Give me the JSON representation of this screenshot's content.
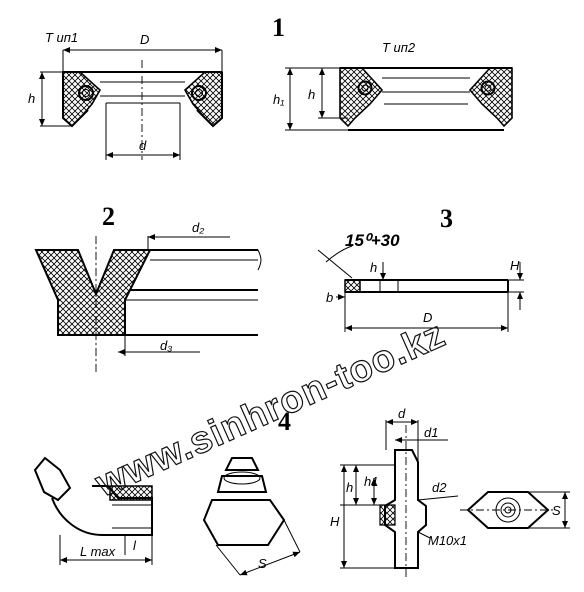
{
  "figures": {
    "fig1": {
      "number": "1",
      "type1_label": "Т ип1",
      "type2_label": "Т ип2",
      "dim_D": "D",
      "dim_h": "h",
      "dim_d": "d",
      "dim_h1": "h₁"
    },
    "fig2": {
      "number": "2",
      "dim_d2": "d₂",
      "dim_d3": "d₃"
    },
    "fig3": {
      "number": "3",
      "angle": "15⁰+30",
      "dim_H": "H",
      "dim_h": "h",
      "dim_b": "b",
      "dim_D": "D"
    },
    "fig4": {
      "number": "4",
      "dim_Lmax": "L max",
      "dim_l": "l",
      "dim_S_left": "S",
      "dim_d": "d",
      "dim_d1": "d1",
      "dim_d2": "d2",
      "dim_h": "h",
      "dim_h1": "h1",
      "dim_H": "H",
      "thread": "M10x1",
      "dim_S_right": "S"
    }
  },
  "watermark": "www.sinhron-too.kz"
}
